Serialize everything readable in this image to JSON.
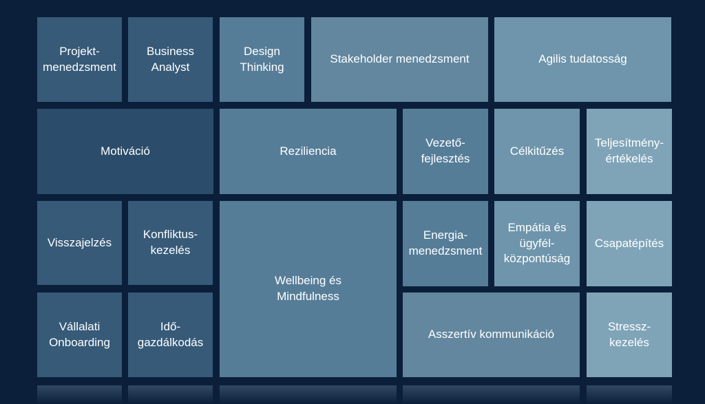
{
  "tiles": {
    "projektmenedzsment": "Projekt-\nmenedzsment",
    "business_analyst": "Business\nAnalyst",
    "design_thinking": "Design\nThinking",
    "stakeholder": "Stakeholder menedzsment",
    "agilis": "Agilis tudatosság",
    "motivacio": "Motiváció",
    "reziliencia": "Reziliencia",
    "vezetofejlesztes": "Vezető-\nfejlesztés",
    "celkituzes": "Célkitűzés",
    "teljesitmeny": "Teljesítmény-\nértékelés",
    "visszajelzes": "Visszajelzés",
    "konfliktuskezeles": "Konfliktus-\nkezelés",
    "wellbeing": "Wellbeing és\nMindfulness",
    "energiamenedzsment": "Energia-\nmenedzsment",
    "empatia": "Empátia és\nügyfél-\nközpontúság",
    "csapatepites": "Csapatépítés",
    "onboarding": "Vállalati\nOnboarding",
    "idogazdalkodas": "Idő-\ngazdálkodás",
    "asszertiv": "Asszertív kommunikáció",
    "stresszkezeles": "Stressz-\nkezelés"
  }
}
